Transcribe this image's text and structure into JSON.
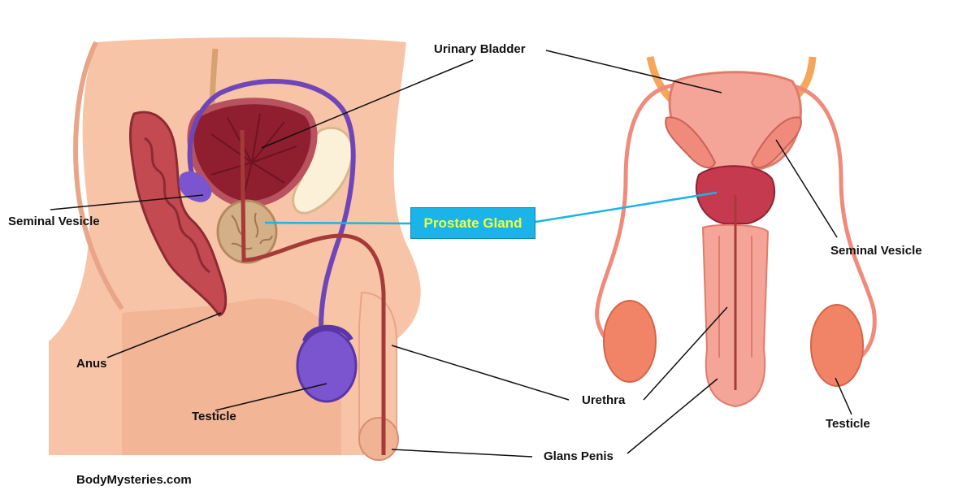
{
  "labels": {
    "urinary_bladder": "Urinary Bladder",
    "seminal_vesicle_left": "Seminal Vesicle",
    "prostate_gland": "Prostate Gland",
    "seminal_vesicle_right": "Seminal Vesicle",
    "anus": "Anus",
    "testicle_left": "Testicle",
    "urethra": "Urethra",
    "testicle_right": "Testicle",
    "glans_penis": "Glans Penis"
  },
  "watermark": "BodyMysteries.com",
  "colors": {
    "skin": "#f7c4a8",
    "skin_shadow": "#e8a587",
    "bladder": "#9b2335",
    "rectum": "#b93a44",
    "vas_deferens": "#6f45b8",
    "testicle_purple": "#7b55d0",
    "prostate": "#d4b089",
    "organ_pink": "#f08a7a",
    "highlight_box": "#1ab4e8",
    "highlight_text": "#f3ff3a",
    "pointer_line": "#1ab4e8"
  }
}
